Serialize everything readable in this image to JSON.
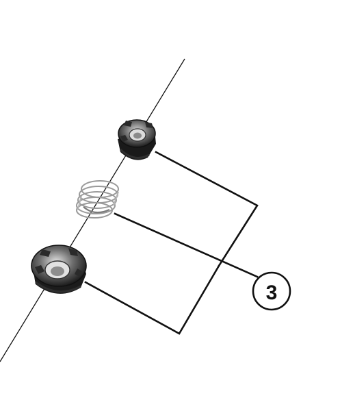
{
  "diagram": {
    "callout": {
      "number": "3"
    },
    "parts": [
      {
        "name": "lock-nut",
        "icon": "upper-nut"
      },
      {
        "name": "spring",
        "icon": "coil-spring"
      },
      {
        "name": "adjusting-nut",
        "icon": "lower-nut"
      }
    ],
    "colors": {
      "line": "#111111",
      "metal_dark": "#1a1a1a",
      "metal_mid": "#555555",
      "metal_light": "#bdbdbd",
      "spring": "#9a9a9a",
      "background": "#ffffff"
    }
  }
}
